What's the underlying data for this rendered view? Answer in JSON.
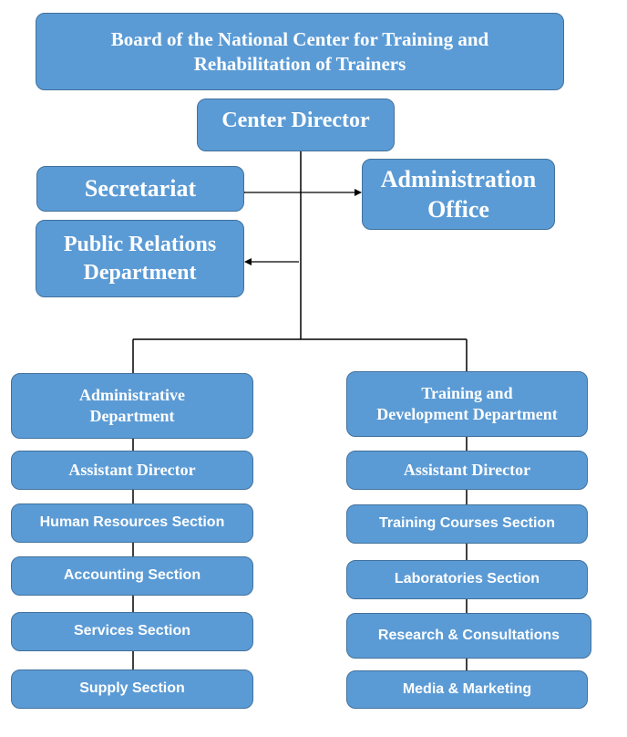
{
  "board": "Board of the National Center for Training and\nRehabilitation of Trainers",
  "director": "Center Director",
  "secretariat": "Secretariat",
  "admin_office": "Administration\nOffice",
  "public_relations": "Public Relations\nDepartment",
  "admin_department": {
    "title": "Administrative\nDepartment",
    "assistant": "Assistant Director",
    "sections": [
      "Human Resources Section",
      "Accounting Section",
      "Services Section",
      "Supply Section"
    ]
  },
  "training_department": {
    "title": "Training and\nDevelopment Department",
    "assistant": "Assistant Director",
    "sections": [
      "Training Courses Section",
      "Laboratories Section",
      "Research & Consultations",
      "Media & Marketing"
    ]
  }
}
